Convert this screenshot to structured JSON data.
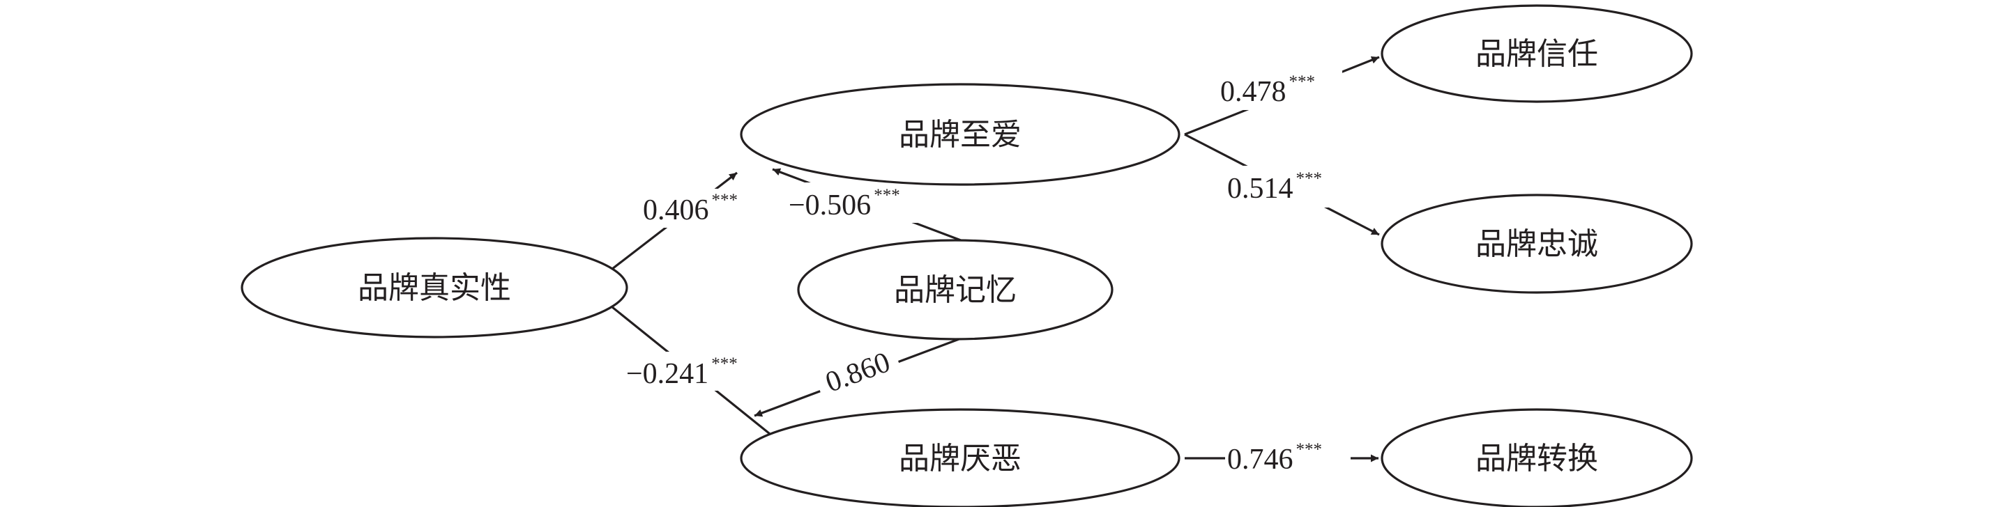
{
  "nodes": {
    "brand_authenticity": "品牌真实性",
    "brand_love": "品牌至爱",
    "brand_memory": "品牌记忆",
    "brand_hate": "品牌厌恶",
    "brand_trust": "品牌信任",
    "brand_loyalty": "品牌忠诚",
    "brand_switching": "品牌转换"
  },
  "paths": {
    "authenticity_to_love": {
      "value": "0.406",
      "sig": "***"
    },
    "authenticity_to_hate": {
      "value": "−0.241",
      "sig": "***"
    },
    "memory_to_love": {
      "value": "−0.506",
      "sig": "***"
    },
    "memory_to_hate": {
      "value": "0.860",
      "sig": ""
    },
    "love_to_trust": {
      "value": "0.478",
      "sig": "***"
    },
    "love_to_loyalty": {
      "value": "0.514",
      "sig": "***"
    },
    "hate_to_switching": {
      "value": "0.746",
      "sig": "***"
    }
  },
  "colors": {
    "ink": "#231f20",
    "background": "#ffffff"
  }
}
